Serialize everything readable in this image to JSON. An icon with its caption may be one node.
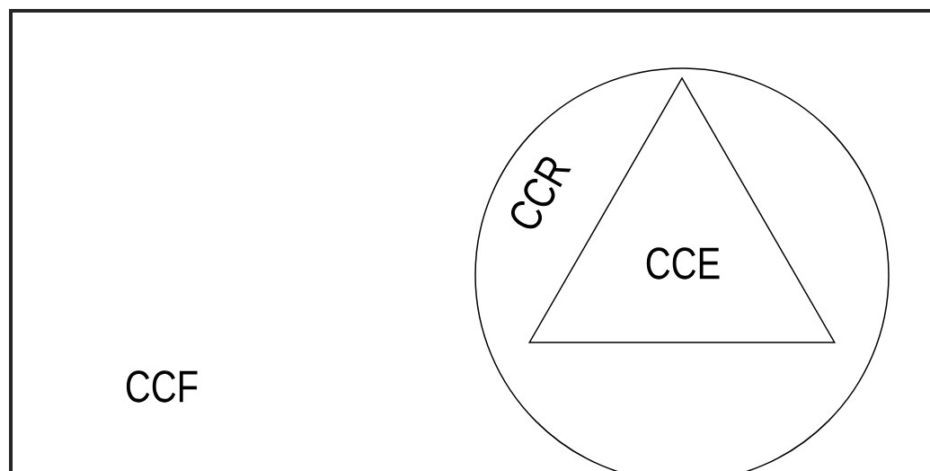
{
  "diagram": {
    "nodes": [
      {
        "text": [
          "CCF"
        ]
      },
      {
        "text": [
          "CCR"
        ],
        "in": 0
      },
      {
        "text": [
          "CCE"
        ],
        "in": 1
      }
    ]
  }
}
